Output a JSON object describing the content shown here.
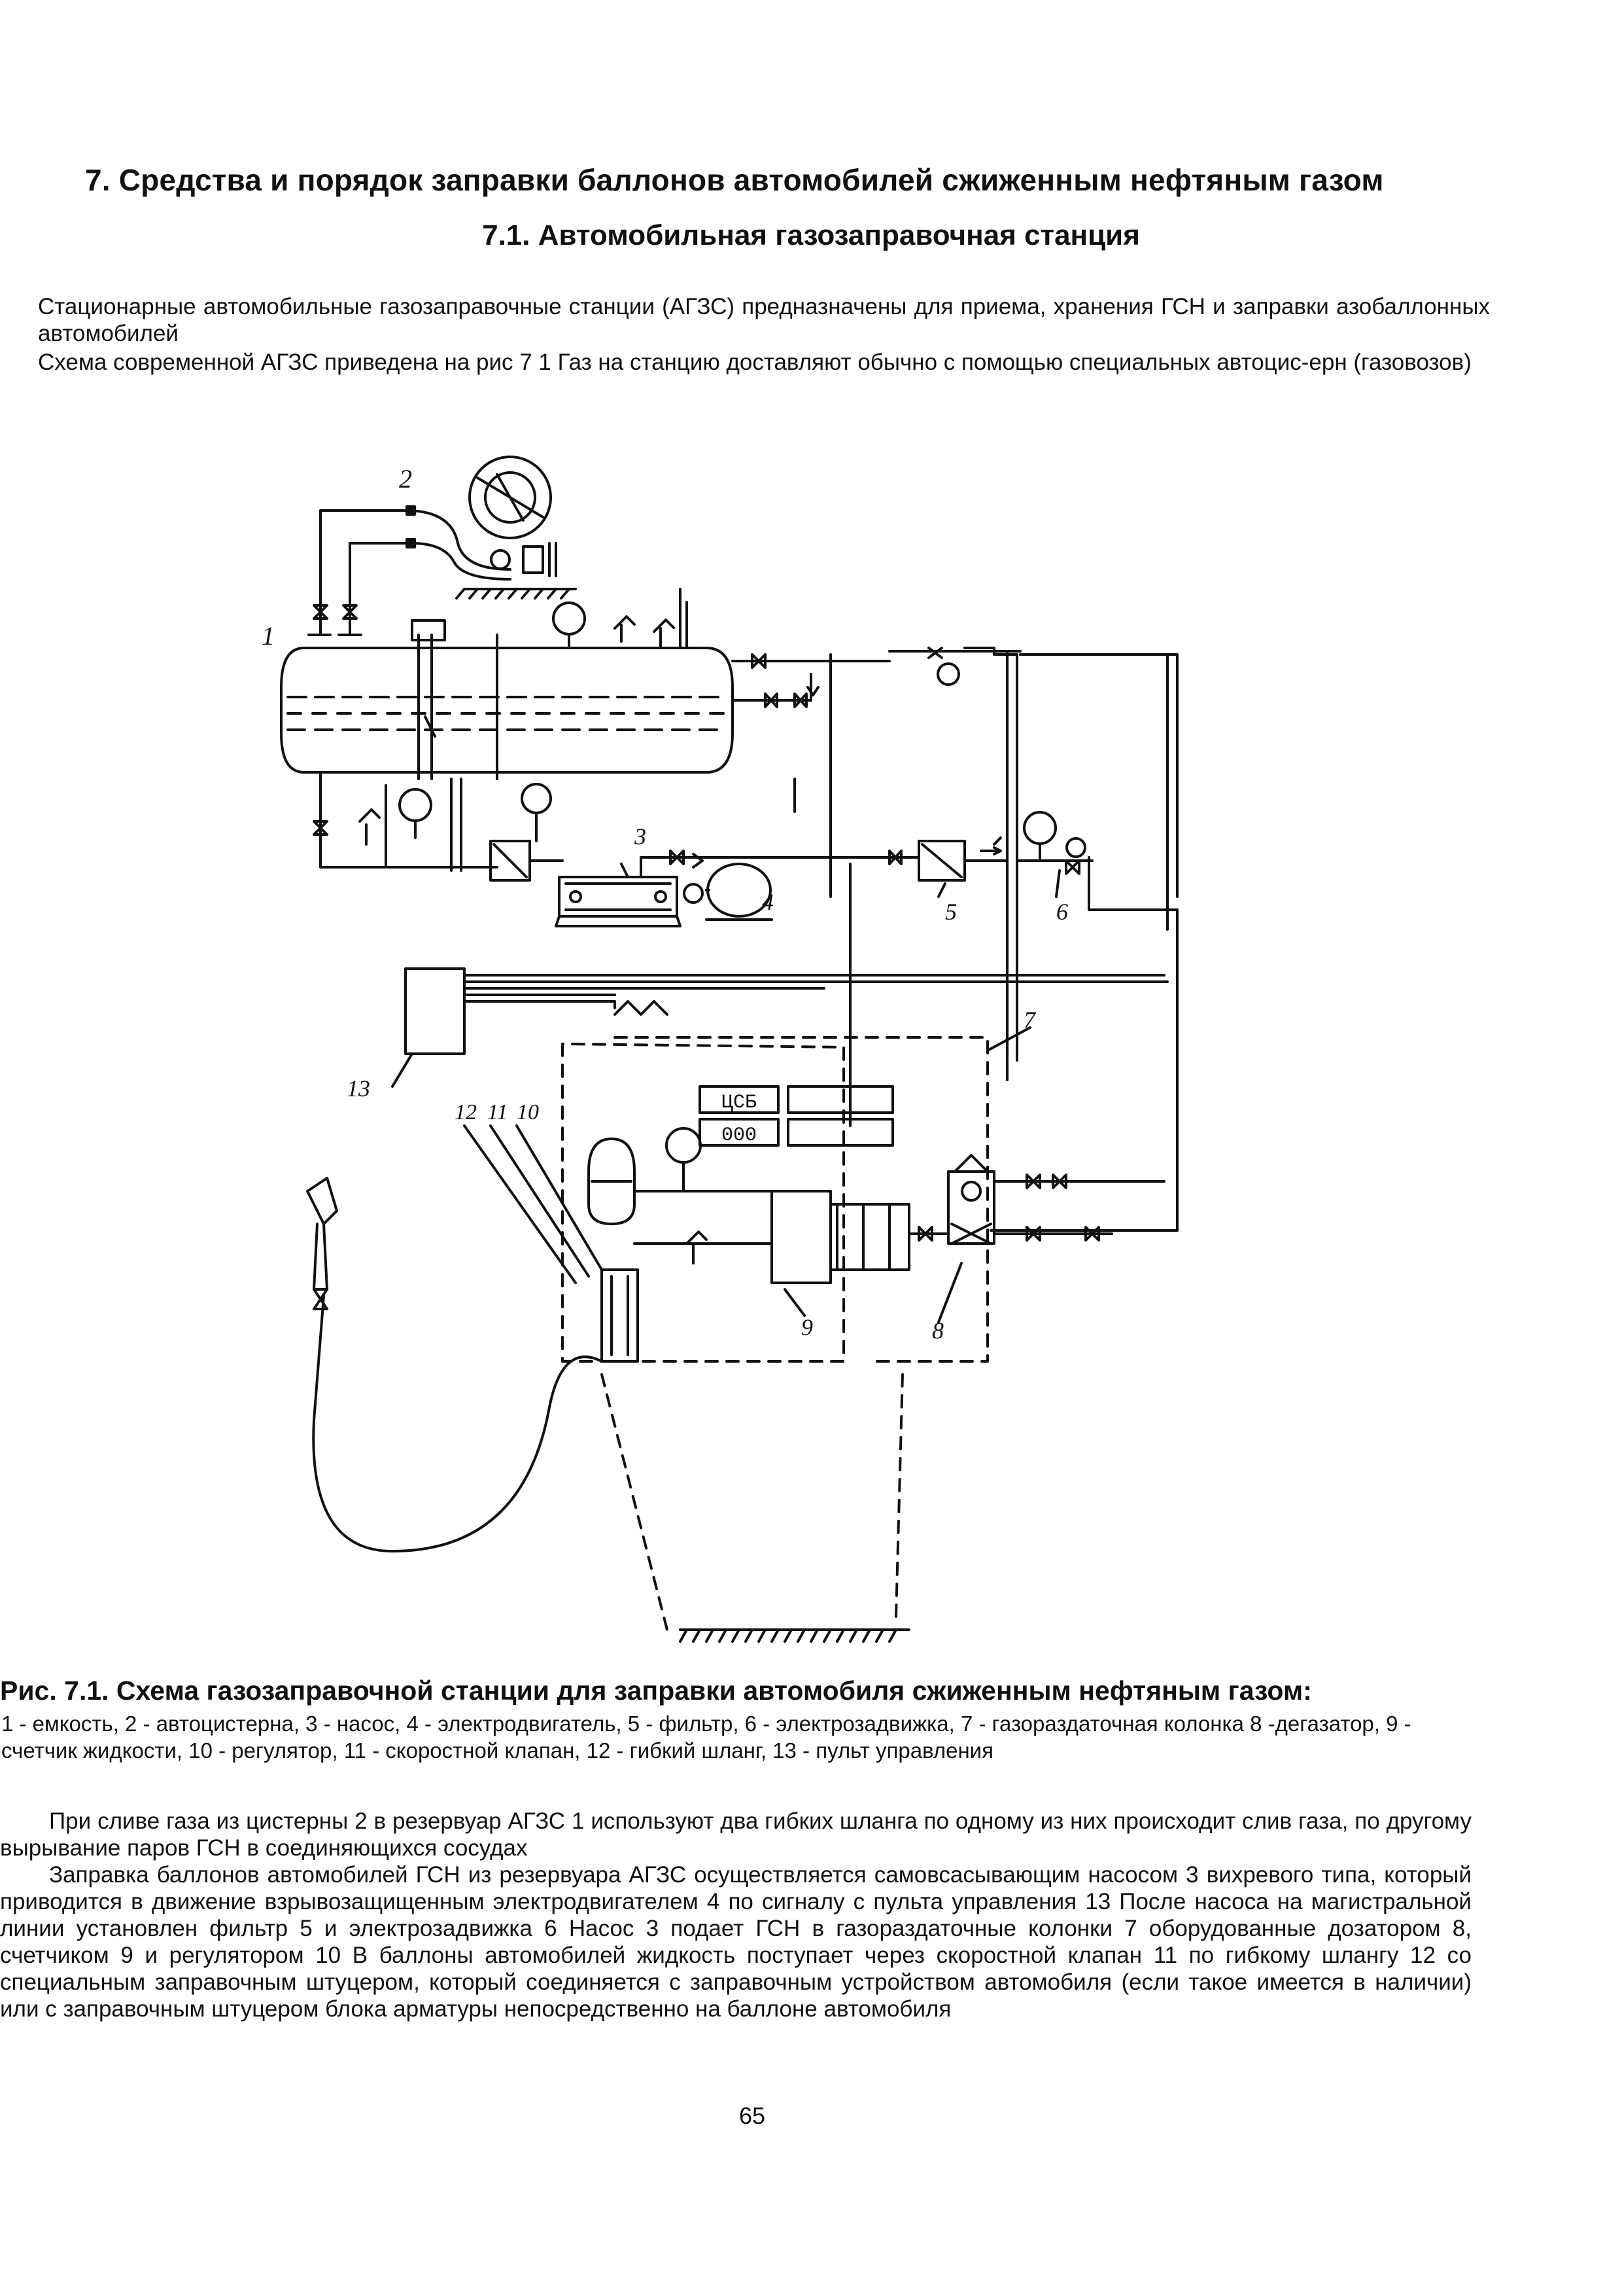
{
  "heading": "7. Средства и порядок заправки баллонов автомобилей сжиженным нефтяным газом",
  "subheading": "7.1. Автомобильная газозаправочная станция",
  "intro": [
    "Стационарные автомобильные газозаправочные станции (АГЗС) предназначены для приема, хранения ГСН и заправки азобаллонных автомобилей",
    "Схема современной АГЗС приведена на рис 7 1 Газ на станцию доставляют обычно с помощью специальных автоцис-ерн (газовозов)"
  ],
  "figure": {
    "labels": [
      "1",
      "2",
      "3",
      "4",
      "5",
      "6",
      "7",
      "8",
      "9",
      "10",
      "11",
      "12",
      "13"
    ],
    "display_top": "ЦСБ",
    "display_bottom": "000"
  },
  "caption": {
    "title": "Рис. 7.1. Схема газозаправочной станции для заправки автомобиля сжиженным нефтяным газом:",
    "legend": "1 - емкость, 2 - автоцистерна, 3 - насос, 4 - электродвигатель, 5 - фильтр, 6 - электрозадвижка, 7 - газораздаточная колонка 8 -дегазатор, 9 - счетчик жидкости, 10 - регулятор, 11 - скоростной клапан, 12 - гибкий шланг, 13 - пульт управления"
  },
  "body": [
    "При сливе газа из цистерны 2 в резервуар АГЗС 1 используют два гибких шланга по одному из них происходит слив газа, по другому вырывание паров ГСН в соединяющихся сосудах",
    "Заправка баллонов автомобилей ГСН из резервуара АГЗС осуществляется самовсасывающим насосом 3 вихревого типа, который приводится в движение взрывозащищенным электродвигателем 4 по сигналу с пульта управления 13 После насоса на магистральной линии установлен фильтр 5 и электрозадвижка 6 Насос 3 подает ГСН в газораздаточные колонки 7 оборудованные дозатором 8, счетчиком 9 и регулятором 10 В баллоны автомобилей жидкость поступает через скоростной клапан 11 по гибкому шлангу 12 со специальным заправочным штуцером, который соединяется с заправочным устройством автомобиля (если такое имеется в наличии) или с заправочным штуцером блока арматуры непосредственно на баллоне автомобиля"
  ],
  "page_number": "65"
}
